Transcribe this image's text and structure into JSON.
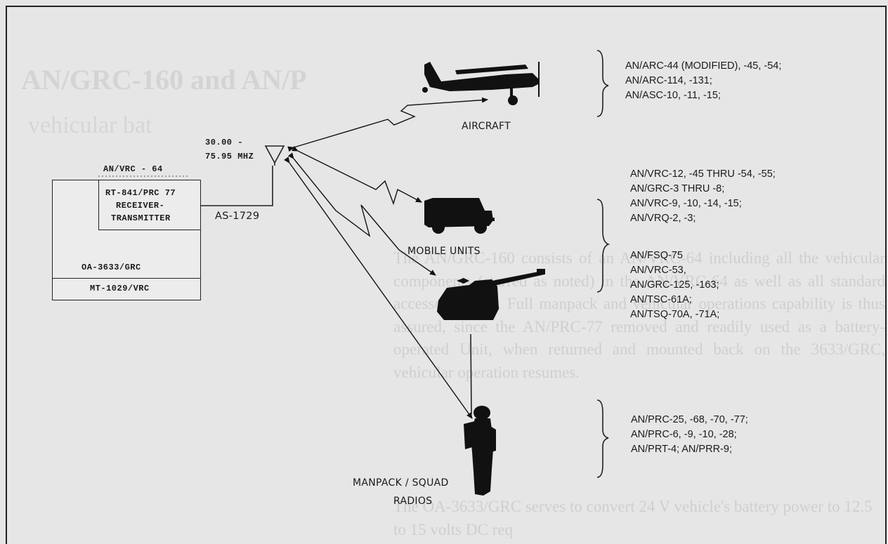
{
  "left_unit": {
    "vehicle_label": "AN/VRC - 64",
    "rt_line1": "RT-841/PRC 77",
    "rt_line2": "RECEIVER-",
    "rt_line3": "TRANSMITTER",
    "amp_label": "OA-3633/GRC",
    "mount_label": "MT-1029/VRC",
    "antenna_label": "AS-1729",
    "freq_line1": "30.00 -",
    "freq_line2": "75.95 MHZ"
  },
  "categories": {
    "aircraft": "AIRCRAFT",
    "mobile": "MOBILE UNITS",
    "manpack_line1": "MANPACK / SQUAD",
    "manpack_line2": "RADIOS"
  },
  "compatible_lists": {
    "aircraft": [
      "AN/ARC-44 (MODIFIED), -45, -54;",
      "AN/ARC-114, -131;",
      "AN/ASC-10, -11, -15;"
    ],
    "mobile_a": [
      "AN/VRC-12, -45 THRU -54, -55;",
      "AN/GRC-3 THRU -8;",
      "AN/VRC-9, -10, -14, -15;",
      "AN/VRQ-2, -3;"
    ],
    "mobile_b": [
      "AN/FSQ-75",
      "AN/VRC-53,",
      "AN/GRC-125, -163;",
      "AN/TSC-61A;",
      "AN/TSQ-70A, -71A;"
    ],
    "manpack": [
      "AN/PRC-25, -68, -70, -77;",
      "AN/PRC-6, -9, -10, -28;",
      "AN/PRT-4; AN/PRR-9;"
    ]
  },
  "background_text": {
    "heading": "AN/GRC-160 and AN/P",
    "subheading": "vehicular bat",
    "para1": "The AN/GRC-160 consists of an AN/VRC-64 including all the vehicular components (starred as noted) in the AN/VRC-64 as well as all standard accessory items. Full manpack and vehicular operations capability is thus assured, since the AN/PRC-77 removed and readily used as a battery-operated Unit, when returned and mounted back on the 3633/GRC, vehicular operation resumes.",
    "para2": "The OA-3633/GRC serves to convert 24 V vehicle's battery power to 12.5 to 15 volts DC req"
  }
}
